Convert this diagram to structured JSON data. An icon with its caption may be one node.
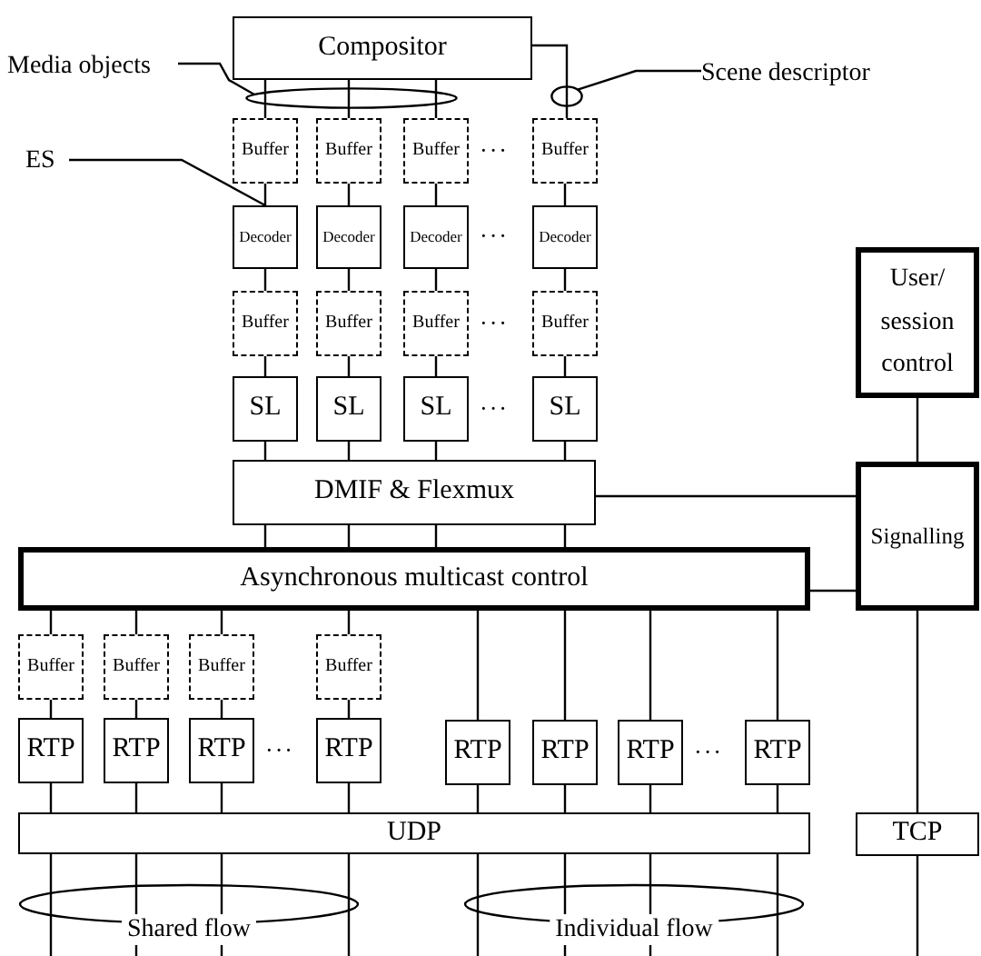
{
  "diagram": {
    "nodes": [
      {
        "text": [
          "Compositor"
        ]
      },
      {
        "text": [
          "Media objects"
        ]
      },
      {
        "text": [],
        "shape": "ellipse"
      },
      {
        "text": [
          "Scene descriptor"
        ]
      },
      {
        "text": [],
        "shape": "ellipse"
      },
      {
        "text": [
          "ES"
        ]
      },
      {
        "text": [
          "Buffer"
        ]
      },
      {
        "text": [
          "Buffer"
        ]
      },
      {
        "text": [
          "Buffer"
        ]
      },
      {
        "text": [
          "Buffer"
        ]
      },
      {
        "text": [
          "Decoder"
        ]
      },
      {
        "text": [
          "Decoder"
        ]
      },
      {
        "text": [
          "Decoder"
        ]
      },
      {
        "text": [
          "Decoder"
        ]
      },
      {
        "text": [
          "Buffer"
        ]
      },
      {
        "text": [
          "Buffer"
        ]
      },
      {
        "text": [
          "Buffer"
        ]
      },
      {
        "text": [
          "Buffer"
        ]
      },
      {
        "text": [
          "SL"
        ]
      },
      {
        "text": [
          "SL"
        ]
      },
      {
        "text": [
          "SL"
        ]
      },
      {
        "text": [
          "SL"
        ]
      },
      {
        "text": [
          "DMIF & Flexmux"
        ]
      },
      {
        "text": [
          "User/ session control"
        ]
      },
      {
        "text": [
          "Signalling"
        ]
      },
      {
        "text": [
          "Asynchronous multicast control"
        ]
      },
      {
        "text": [
          "Buffer"
        ]
      },
      {
        "text": [
          "Buffer"
        ]
      },
      {
        "text": [
          "Buffer"
        ]
      },
      {
        "text": [
          "Buffer"
        ]
      },
      {
        "text": [
          "RTP"
        ]
      },
      {
        "text": [
          "RTP"
        ]
      },
      {
        "text": [
          "RTP"
        ]
      },
      {
        "text": [
          "RTP"
        ]
      },
      {
        "text": [
          "RTP"
        ]
      },
      {
        "text": [
          "RTP"
        ]
      },
      {
        "text": [
          "RTP"
        ]
      },
      {
        "text": [
          "RTP"
        ]
      },
      {
        "text": [
          "UDP"
        ]
      },
      {
        "text": [
          "TCP"
        ]
      },
      {
        "text": [
          "Shared flow"
        ]
      },
      {
        "text": [
          "Individual flow"
        ]
      }
    ],
    "edges": [
      {
        "from": 1,
        "to": 2,
        "arrow": "none"
      },
      {
        "from": 3,
        "to": 4,
        "arrow": "none"
      },
      {
        "from": 5,
        "to": 10,
        "arrow": "none"
      },
      {
        "from": 0,
        "to": 6,
        "arrow": "none"
      },
      {
        "from": 0,
        "to": 7,
        "arrow": "none"
      },
      {
        "from": 0,
        "to": 8,
        "arrow": "none"
      },
      {
        "from": 0,
        "to": 9,
        "arrow": "none"
      },
      {
        "from": 6,
        "to": 10,
        "arrow": "none"
      },
      {
        "from": 7,
        "to": 11,
        "arrow": "none"
      },
      {
        "from": 8,
        "to": 12,
        "arrow": "none"
      },
      {
        "from": 9,
        "to": 13,
        "arrow": "none"
      },
      {
        "from": 10,
        "to": 14,
        "arrow": "none"
      },
      {
        "from": 11,
        "to": 15,
        "arrow": "none"
      },
      {
        "from": 12,
        "to": 16,
        "arrow": "none"
      },
      {
        "from": 13,
        "to": 17,
        "arrow": "none"
      },
      {
        "from": 14,
        "to": 18,
        "arrow": "none"
      },
      {
        "from": 15,
        "to": 19,
        "arrow": "none"
      },
      {
        "from": 16,
        "to": 20,
        "arrow": "none"
      },
      {
        "from": 17,
        "to": 21,
        "arrow": "none"
      },
      {
        "from": 18,
        "to": 22,
        "arrow": "none"
      },
      {
        "from": 19,
        "to": 22,
        "arrow": "none"
      },
      {
        "from": 20,
        "to": 22,
        "arrow": "none"
      },
      {
        "from": 21,
        "to": 22,
        "arrow": "none"
      },
      {
        "from": 22,
        "to": 25,
        "arrow": "none"
      },
      {
        "from": 22,
        "to": 25,
        "arrow": "none"
      },
      {
        "from": 22,
        "to": 25,
        "arrow": "none"
      },
      {
        "from": 22,
        "to": 25,
        "arrow": "none"
      },
      {
        "from": 23,
        "to": 24,
        "arrow": "none"
      },
      {
        "from": 22,
        "to": 24,
        "arrow": "none"
      },
      {
        "from": 25,
        "to": 24,
        "arrow": "none"
      },
      {
        "from": 24,
        "to": 39,
        "arrow": "none"
      },
      {
        "from": 25,
        "to": 26,
        "arrow": "none"
      },
      {
        "from": 25,
        "to": 27,
        "arrow": "none"
      },
      {
        "from": 25,
        "to": 28,
        "arrow": "none"
      },
      {
        "from": 25,
        "to": 29,
        "arrow": "none"
      },
      {
        "from": 26,
        "to": 30,
        "arrow": "none"
      },
      {
        "from": 27,
        "to": 31,
        "arrow": "none"
      },
      {
        "from": 28,
        "to": 32,
        "arrow": "none"
      },
      {
        "from": 29,
        "to": 33,
        "arrow": "none"
      },
      {
        "from": 25,
        "to": 34,
        "arrow": "none"
      },
      {
        "from": 25,
        "to": 35,
        "arrow": "none"
      },
      {
        "from": 25,
        "to": 36,
        "arrow": "none"
      },
      {
        "from": 25,
        "to": 37,
        "arrow": "none"
      },
      {
        "from": 30,
        "to": 38,
        "arrow": "none"
      },
      {
        "from": 31,
        "to": 38,
        "arrow": "none"
      },
      {
        "from": 32,
        "to": 38,
        "arrow": "none"
      },
      {
        "from": 33,
        "to": 38,
        "arrow": "none"
      },
      {
        "from": 34,
        "to": 38,
        "arrow": "none"
      },
      {
        "from": 35,
        "to": 38,
        "arrow": "none"
      },
      {
        "from": 36,
        "to": 38,
        "arrow": "none"
      },
      {
        "from": 37,
        "to": 38,
        "arrow": "none"
      },
      {
        "from": 38,
        "to": null,
        "arrow": "none"
      },
      {
        "from": 38,
        "to": 40,
        "arrow": "none"
      },
      {
        "from": 38,
        "to": 40,
        "arrow": "none"
      },
      {
        "from": 38,
        "to": null,
        "arrow": "none"
      },
      {
        "from": 38,
        "to": null,
        "arrow": "none"
      },
      {
        "from": 38,
        "to": 41,
        "arrow": "none"
      },
      {
        "from": 38,
        "to": 41,
        "arrow": "none"
      },
      {
        "from": 38,
        "to": null,
        "arrow": "none"
      },
      {
        "from": 39,
        "to": null,
        "arrow": "none"
      }
    ],
    "labels": [
      "···",
      "···",
      "···",
      "···",
      "···",
      "···"
    ]
  }
}
